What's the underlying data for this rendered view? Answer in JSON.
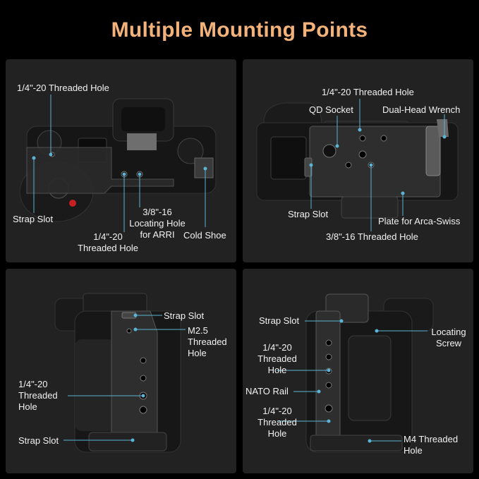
{
  "title": "Multiple Mounting Points",
  "colors": {
    "accent": "#f3b27a",
    "panel": "#222222",
    "marker": "#5ab4d6"
  },
  "panels": {
    "top_view": {
      "labels": {
        "quarter_hole": "1/4\"-20 Threaded Hole",
        "strap_slot": "Strap Slot",
        "locating_line1": "3/8\"-16",
        "locating_line2": "Locating Hole",
        "locating_line3": "for ARRI",
        "quarter_line1": "1/4\"-20",
        "quarter_line2": "Threaded Hole",
        "cold_shoe": "Cold Shoe"
      }
    },
    "bottom_view": {
      "labels": {
        "quarter_hole": "1/4\"-20 Threaded Hole",
        "qd_socket": "QD Socket",
        "wrench": "Dual-Head Wrench",
        "strap_slot": "Strap Slot",
        "arca": "Plate for Arca-Swiss",
        "threeeighth": "3/8\"-16 Threaded Hole"
      }
    },
    "grip_side": {
      "labels": {
        "strap_slot_top": "Strap Slot",
        "m25_line1": "M2.5",
        "m25_line2": "Threaded",
        "m25_line3": "Hole",
        "quarter_line1": "1/4\"-20",
        "quarter_line2": "Threaded",
        "quarter_line3": "Hole",
        "strap_slot_bottom": "Strap Slot"
      }
    },
    "left_side": {
      "labels": {
        "strap_slot": "Strap Slot",
        "locating_line1": "Locating",
        "locating_line2": "Screw",
        "q1_line1": "1/4\"-20",
        "q1_line2": "Threaded",
        "q1_line3": "Hole",
        "nato": "NATO Rail",
        "q2_line1": "1/4\"-20",
        "q2_line2": "Threaded",
        "q2_line3": "Hole",
        "m4_line1": "M4 Threaded",
        "m4_line2": "Hole"
      }
    }
  }
}
